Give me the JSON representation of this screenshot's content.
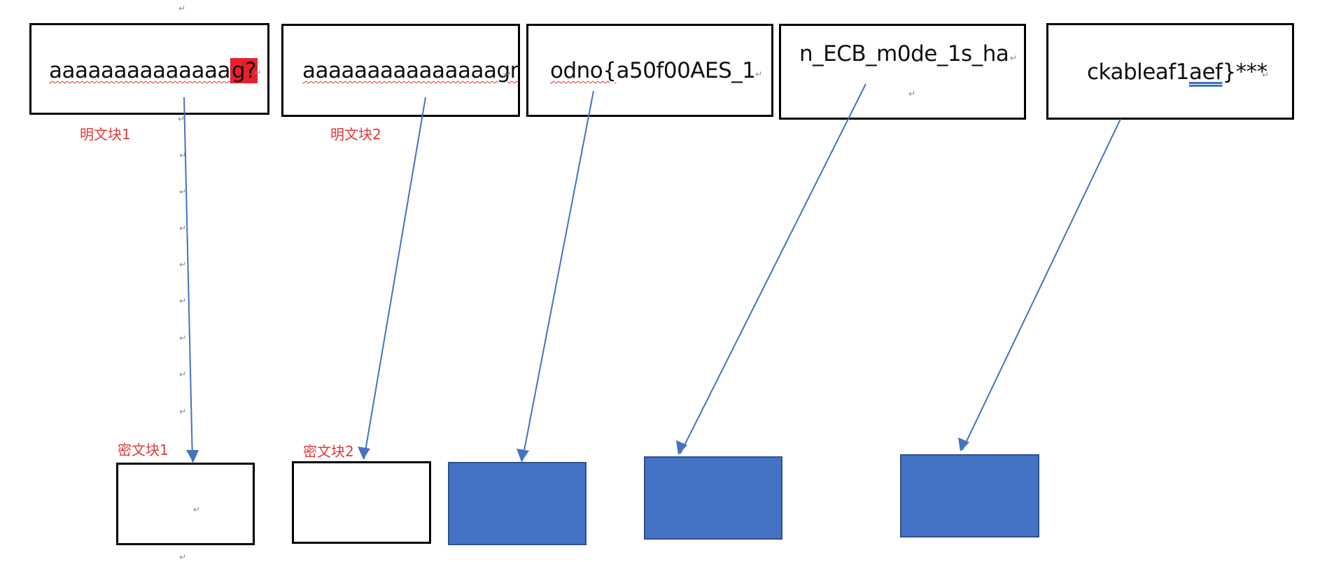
{
  "plaintext_blocks": [
    {
      "pre": "aaaaaaaaaaaaaa",
      "highlight": "g?",
      "post": ""
    },
    {
      "pre": "aaaaaaaaaaaaaaagr",
      "highlight": "",
      "post": ""
    },
    {
      "pre": "odno{",
      "highlight": "",
      "post": "a50f00AES_1"
    },
    {
      "pre": "n_ECB_m0de_1s_ha",
      "highlight": "",
      "post": ""
    },
    {
      "pre": "ckableaf1",
      "highlight": "aef",
      "post": "}***"
    }
  ],
  "labels": {
    "plain1": "明文块1",
    "plain2": "明文块2",
    "cipher1": "密文块1",
    "cipher2": "密文块2"
  },
  "paragraph_mark": "↵",
  "colors": {
    "arrow": "#4472C4",
    "cipher_fill": "#4472C4",
    "highlight": "#e8202a",
    "label": "#e03a3a"
  }
}
